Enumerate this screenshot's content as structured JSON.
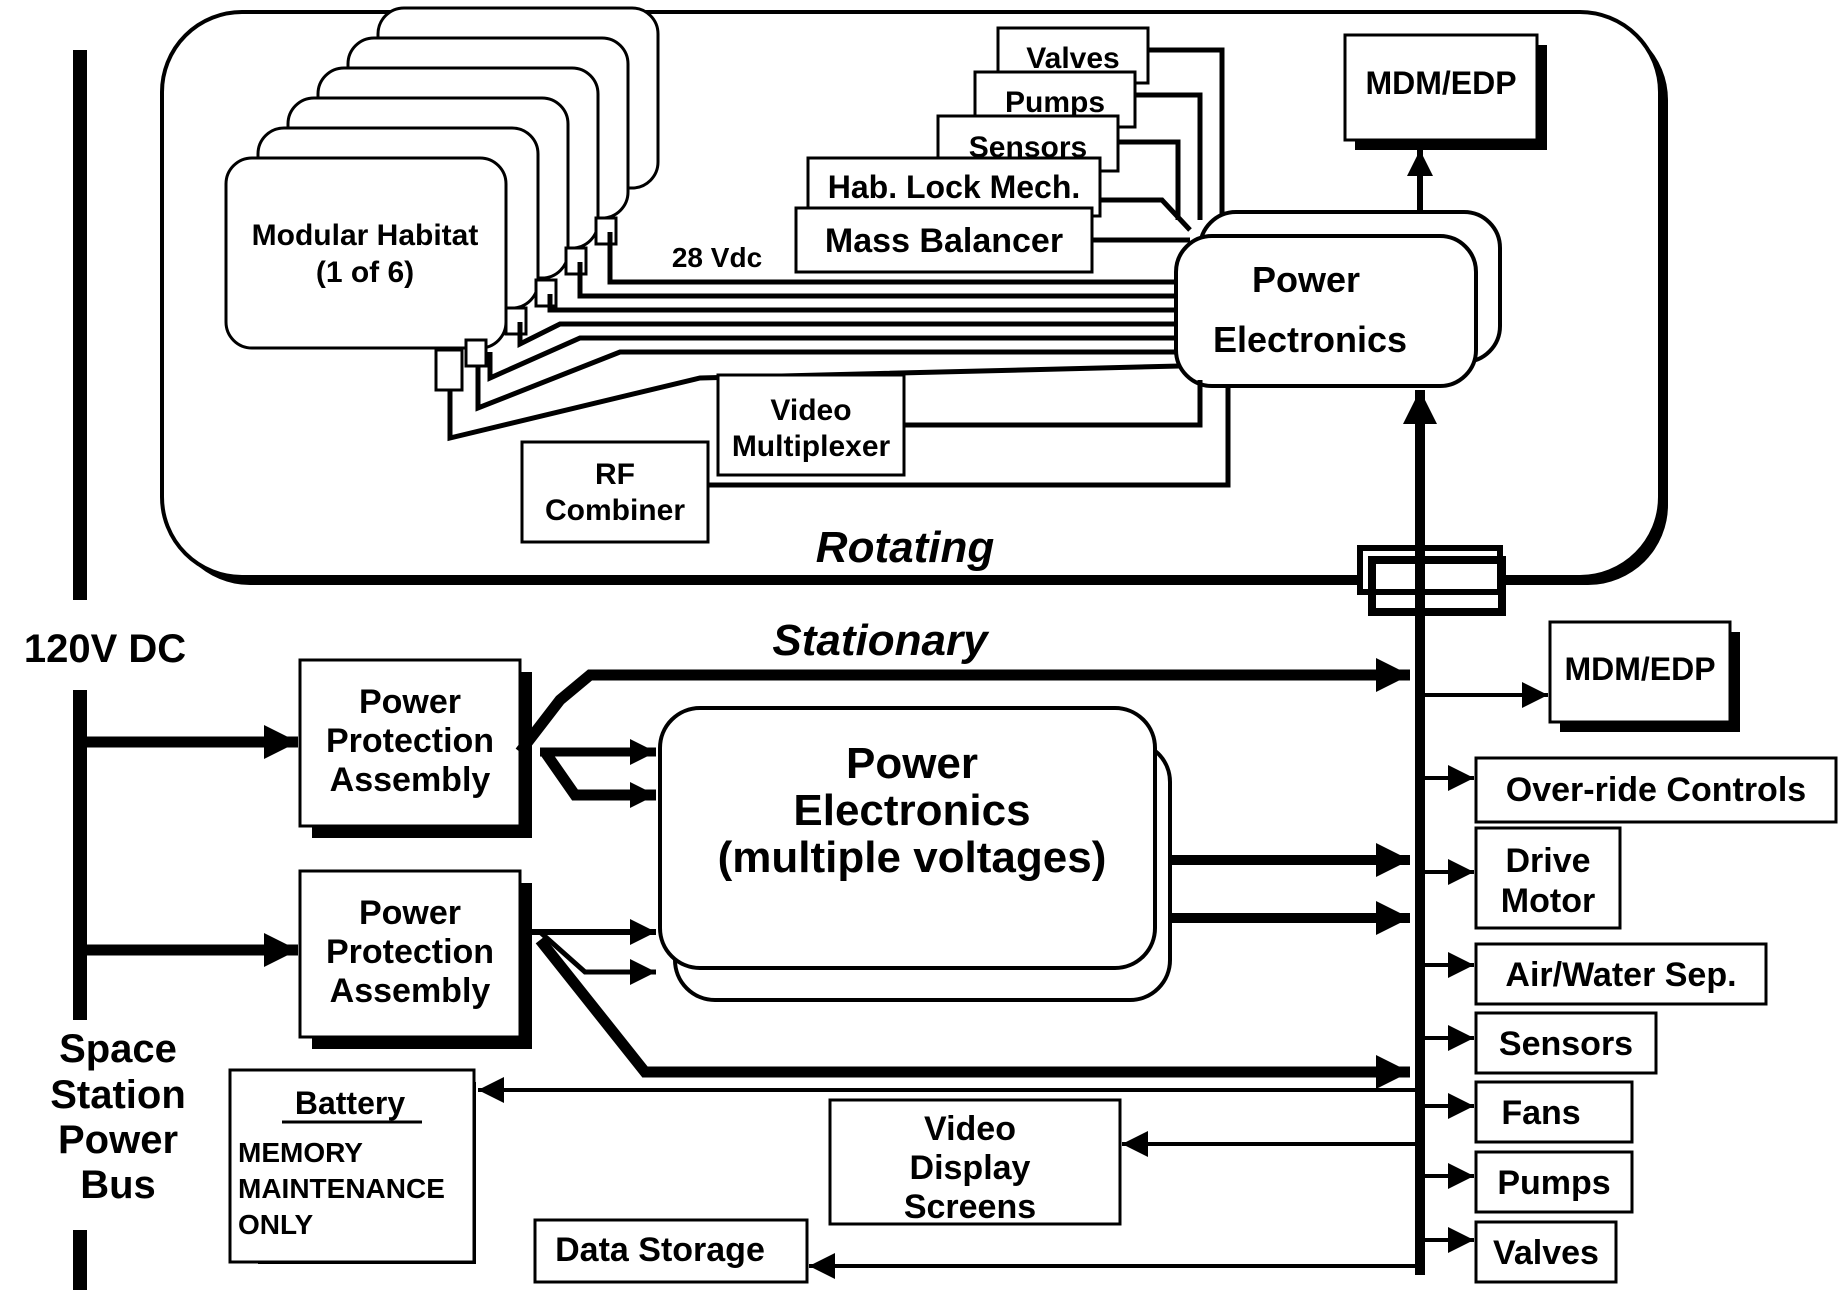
{
  "labels": {
    "bus_voltage": "120V DC",
    "bus_name": [
      "Space",
      "Station",
      "Power",
      "Bus"
    ],
    "rotating": "Rotating",
    "stationary": "Stationary",
    "modular_habitat": [
      "Modular Habitat",
      "(1 of 6)"
    ],
    "vdc": "28 Vdc",
    "valves": "Valves",
    "pumps": "Pumps",
    "sensors": "Sensors",
    "hab_lock": "Hab. Lock Mech.",
    "mass_balancer": "Mass Balancer",
    "mdm_top": "MDM/EDP",
    "power_electronics_top": [
      "Power",
      "Electronics"
    ],
    "video_multiplexer": [
      "Video",
      "Multiplexer"
    ],
    "rf_combiner": [
      "RF",
      "Combiner"
    ],
    "ppa_1": [
      "Power",
      "Protection",
      "Assembly"
    ],
    "ppa_2": [
      "Power",
      "Protection",
      "Assembly"
    ],
    "power_electronics_main": [
      "Power",
      "Electronics",
      "(multiple voltages)"
    ],
    "mdm_bottom": "MDM/EDP",
    "override": "Over-ride Controls",
    "drive_motor": [
      "Drive",
      "Motor"
    ],
    "air_water": "Air/Water Sep.",
    "sensors_bottom": "Sensors",
    "fans": "Fans",
    "pumps_bottom": "Pumps",
    "valves_bottom": "Valves",
    "battery": "Battery",
    "battery_note": [
      "MEMORY",
      "MAINTENANCE",
      "ONLY"
    ],
    "video_display": [
      "Video",
      "Display",
      "Screens"
    ],
    "data_storage": "Data Storage"
  }
}
